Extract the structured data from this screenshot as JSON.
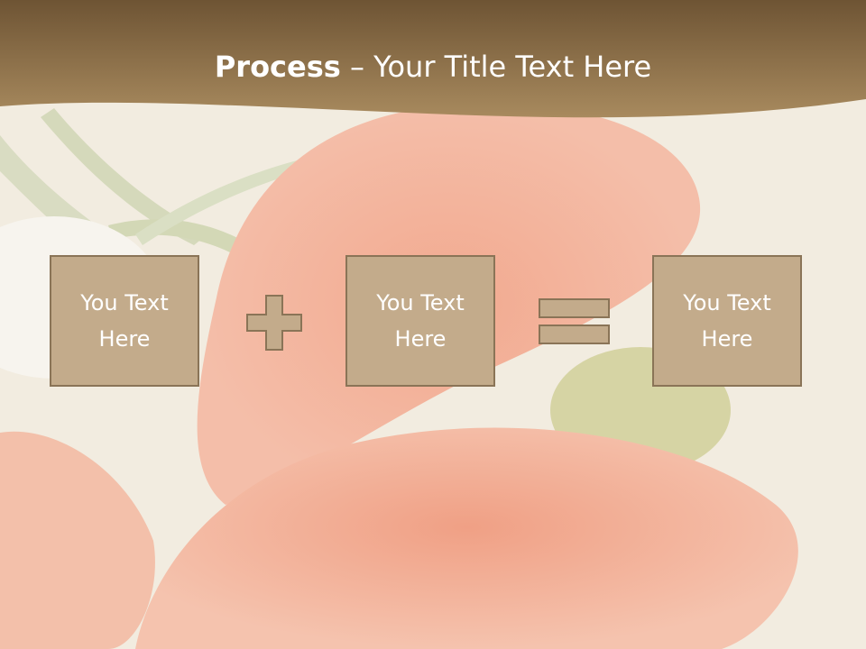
{
  "slide": {
    "title_bold": "Process",
    "title_rest": " – Your Title Text Here",
    "boxes": [
      {
        "text": "You Text\nHere"
      },
      {
        "text": "You Text\nHere"
      },
      {
        "text": "You Text\nHere"
      }
    ],
    "operators": [
      "plus-icon",
      "equals-icon"
    ]
  },
  "colors": {
    "header": "#8a6c45",
    "box_fill": "#c3ab8b",
    "box_border": "#8a7457",
    "text": "#ffffff"
  }
}
